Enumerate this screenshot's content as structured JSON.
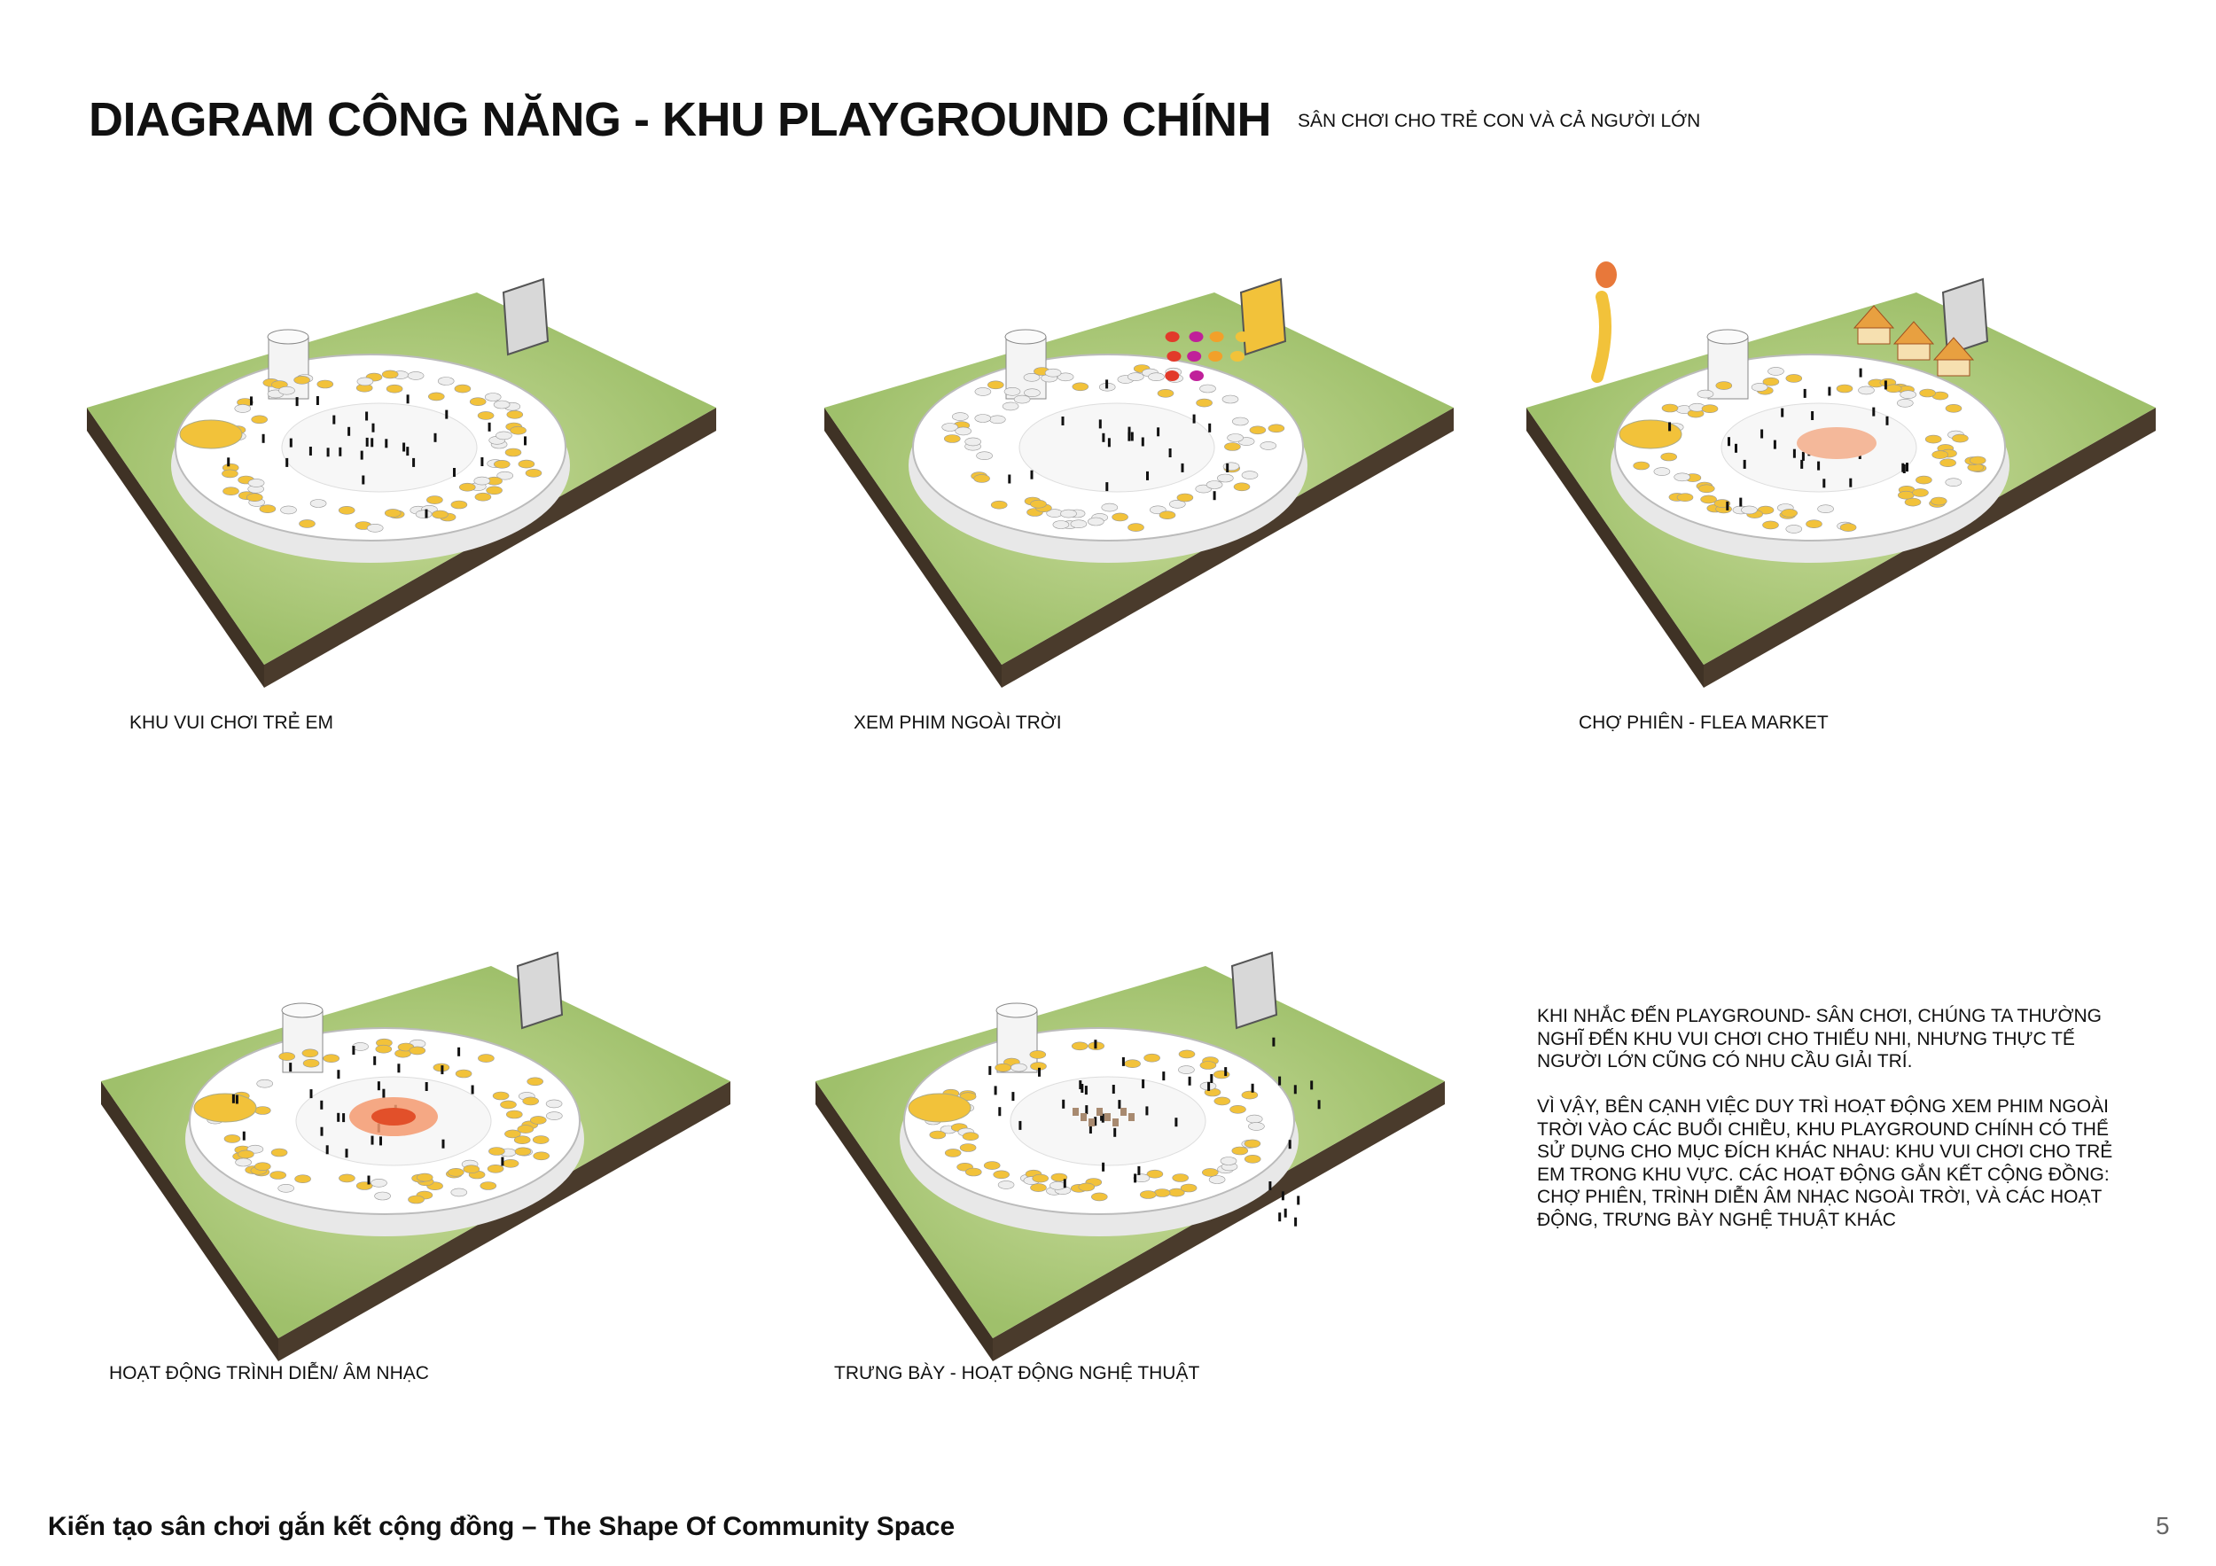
{
  "header": {
    "title": "DIAGRAM CÔNG NĂNG - KHU PLAYGROUND CHÍNH",
    "subtitle": "SÂN CHƠI CHO TRẺ CON  VÀ CẢ NGƯỜI LỚN"
  },
  "diagrams": [
    {
      "caption": "KHU VUI CHƠI TRẺ EM",
      "variant": "kids",
      "accent": "#f2c23a"
    },
    {
      "caption": "XEM PHIM NGOÀI TRỜI",
      "variant": "cinema",
      "accent": "#f2c23a"
    },
    {
      "caption": "CHỢ PHIÊN - FLEA MARKET",
      "variant": "market",
      "accent": "#e07a3a"
    },
    {
      "caption": "HOẠT ĐỘNG TRÌNH DIỄN/ ÂM NHẠC",
      "variant": "music",
      "accent": "#f07040"
    },
    {
      "caption": "TRƯNG BÀY - HOẠT ĐỘNG NGHỆ THUẬT",
      "variant": "art",
      "accent": "#f2c23a"
    }
  ],
  "description": {
    "paragraphs": [
      "KHI NHẮC ĐẾN PLAYGROUND- SÂN CHƠI, CHÚNG TA THƯỜNG NGHĨ ĐẾN KHU VUI CHƠI CHO THIẾU NHI, NHƯNG THỰC TẾ NGƯỜI LỚN CŨNG CÓ NHU CẦU GIẢI TRÍ.",
      "VÌ VẬY, BÊN CẠNH VIỆC DUY TRÌ HOẠT ĐỘNG XEM PHIM NGOÀI TRỜI VÀO CÁC BUỔI CHIỀU, KHU PLAYGROUND CHÍNH CÓ THỂ SỬ DỤNG CHO MỤC ĐÍCH KHÁC NHAU: KHU VUI CHƠI CHO TRẺ EM TRONG KHU VỰC. CÁC HOẠT ĐỘNG GẮN KẾT CỘNG ĐỒNG: CHỢ PHIÊN, TRÌNH DIỄN ÂM NHẠC NGOÀI TRỜI, VÀ CÁC HOẠT ĐỘNG, TRƯNG BÀY NGHỆ THUẬT KHÁC"
    ]
  },
  "footer": {
    "text": "Kiến tạo sân chơi gắn kết cộng đồng – The Shape Of Community Space",
    "page_number": "5"
  },
  "colors": {
    "grass": "#a9c97a",
    "earth": "#4a3b2c",
    "yellow": "#f2c23a"
  }
}
